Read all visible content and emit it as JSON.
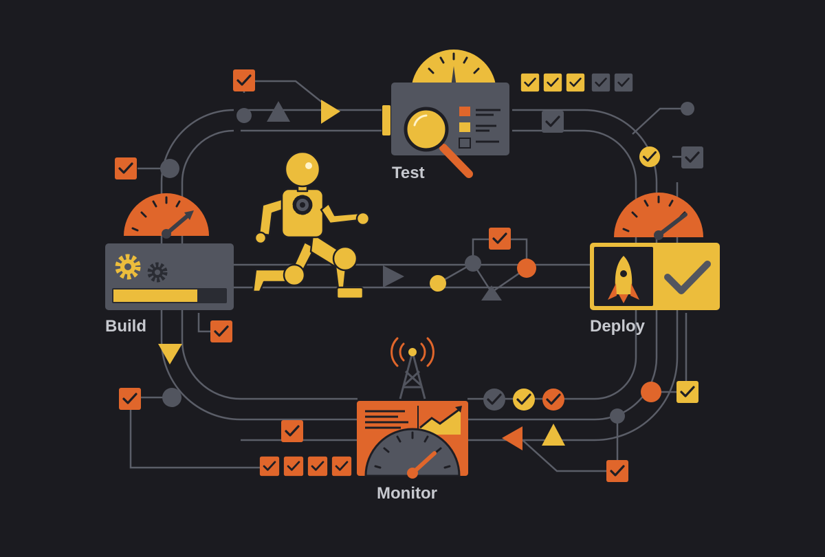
{
  "colors": {
    "background": "#1b1b20",
    "track": "#5b5e68",
    "node_gray": "#52555f",
    "yellow": "#ecbd3c",
    "orange": "#e0662b",
    "label": "#c7c9cf",
    "dark_outline": "#1e1e24"
  },
  "stages": {
    "test": {
      "label": "Test",
      "icon": "magnifier-checklist-icon"
    },
    "build": {
      "label": "Build",
      "icon": "gears-progress-icon"
    },
    "deploy": {
      "label": "Deploy",
      "icon": "rocket-check-icon"
    },
    "monitor": {
      "label": "Monitor",
      "icon": "antenna-dashboard-icon"
    }
  },
  "center_figure": {
    "icon": "robot-runner-icon"
  }
}
